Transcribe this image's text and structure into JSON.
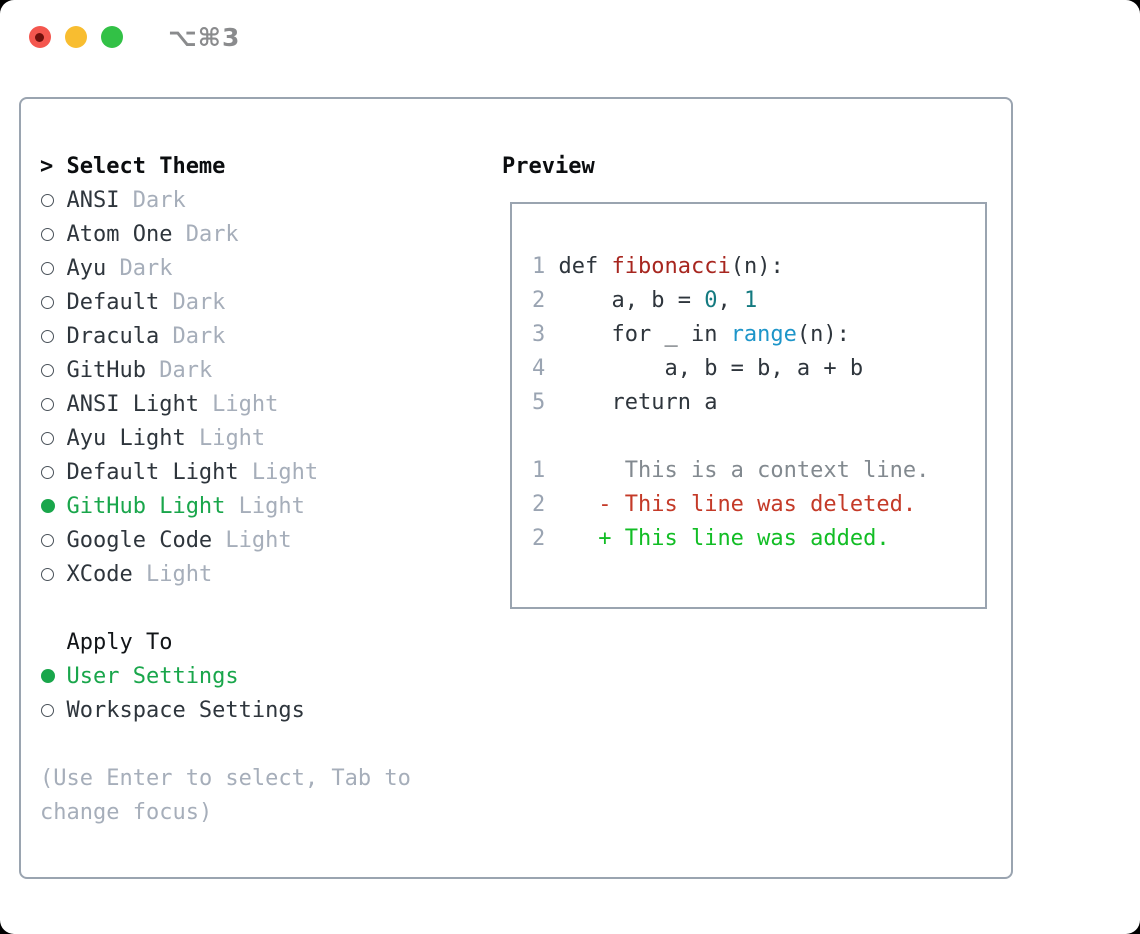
{
  "colors": {
    "frame_border": "#9aa4b0",
    "text_primary": "#2e353c",
    "heading": "#0b0d0f",
    "muted": "#a6aeba",
    "line_number": "#9aa4b2",
    "context": "#82898f",
    "selected_green": "#19a64b",
    "added_green": "#12bd25",
    "deleted_red": "#c43a28",
    "func_red": "#a7261f",
    "number_teal": "#147a80",
    "builtin_blue": "#1d95c9",
    "traffic_red": "#f4564e",
    "traffic_red_dot": "#70100c",
    "traffic_yellow": "#f8bd30",
    "traffic_green": "#32c146",
    "title_gray": "#8a8b8d"
  },
  "window": {
    "title_shortcut": "⌥⌘3"
  },
  "theme_menu": {
    "prompt": ">",
    "heading": "Select Theme",
    "items": [
      {
        "name": "ANSI",
        "variant": "Dark",
        "selected": false
      },
      {
        "name": "Atom One",
        "variant": "Dark",
        "selected": false
      },
      {
        "name": "Ayu",
        "variant": "Dark",
        "selected": false
      },
      {
        "name": "Default",
        "variant": "Dark",
        "selected": false
      },
      {
        "name": "Dracula",
        "variant": "Dark",
        "selected": false
      },
      {
        "name": "GitHub",
        "variant": "Dark",
        "selected": false
      },
      {
        "name": "ANSI Light",
        "variant": "Light",
        "selected": false
      },
      {
        "name": "Ayu Light",
        "variant": "Light",
        "selected": false
      },
      {
        "name": "Default Light",
        "variant": "Light",
        "selected": false
      },
      {
        "name": "GitHub Light",
        "variant": "Light",
        "selected": true
      },
      {
        "name": "Google Code",
        "variant": "Light",
        "selected": false
      },
      {
        "name": "XCode",
        "variant": "Light",
        "selected": false
      }
    ]
  },
  "apply_to": {
    "heading": "Apply To",
    "options": [
      {
        "label": "User Settings",
        "selected": true
      },
      {
        "label": "Workspace Settings",
        "selected": false
      }
    ]
  },
  "hint_lines": [
    "(Use Enter to select, Tab to",
    "change focus)"
  ],
  "preview": {
    "heading": "Preview",
    "rows": [
      {
        "num": "1",
        "segs": [
          {
            "t": "def ",
            "c": "fg"
          },
          {
            "t": "fibonacci",
            "c": "func"
          },
          {
            "t": "(n):",
            "c": "fg"
          }
        ]
      },
      {
        "num": "2",
        "segs": [
          {
            "t": "    a, b = ",
            "c": "fg"
          },
          {
            "t": "0",
            "c": "num"
          },
          {
            "t": ", ",
            "c": "fg"
          },
          {
            "t": "1",
            "c": "num"
          }
        ]
      },
      {
        "num": "3",
        "segs": [
          {
            "t": "    for _ in ",
            "c": "fg"
          },
          {
            "t": "range",
            "c": "builtin"
          },
          {
            "t": "(n):",
            "c": "fg"
          }
        ]
      },
      {
        "num": "4",
        "segs": [
          {
            "t": "        a, b = b, a + b",
            "c": "fg"
          }
        ]
      },
      {
        "num": "5",
        "segs": [
          {
            "t": "    return a",
            "c": "fg"
          }
        ]
      },
      {
        "num": "",
        "segs": []
      },
      {
        "num": "1",
        "segs": [
          {
            "t": "     This is a context line.",
            "c": "context"
          }
        ]
      },
      {
        "num": "2",
        "segs": [
          {
            "t": "   - This line was deleted.",
            "c": "deleted"
          }
        ]
      },
      {
        "num": "2",
        "segs": [
          {
            "t": "   + This line was added.",
            "c": "added"
          }
        ]
      }
    ]
  }
}
